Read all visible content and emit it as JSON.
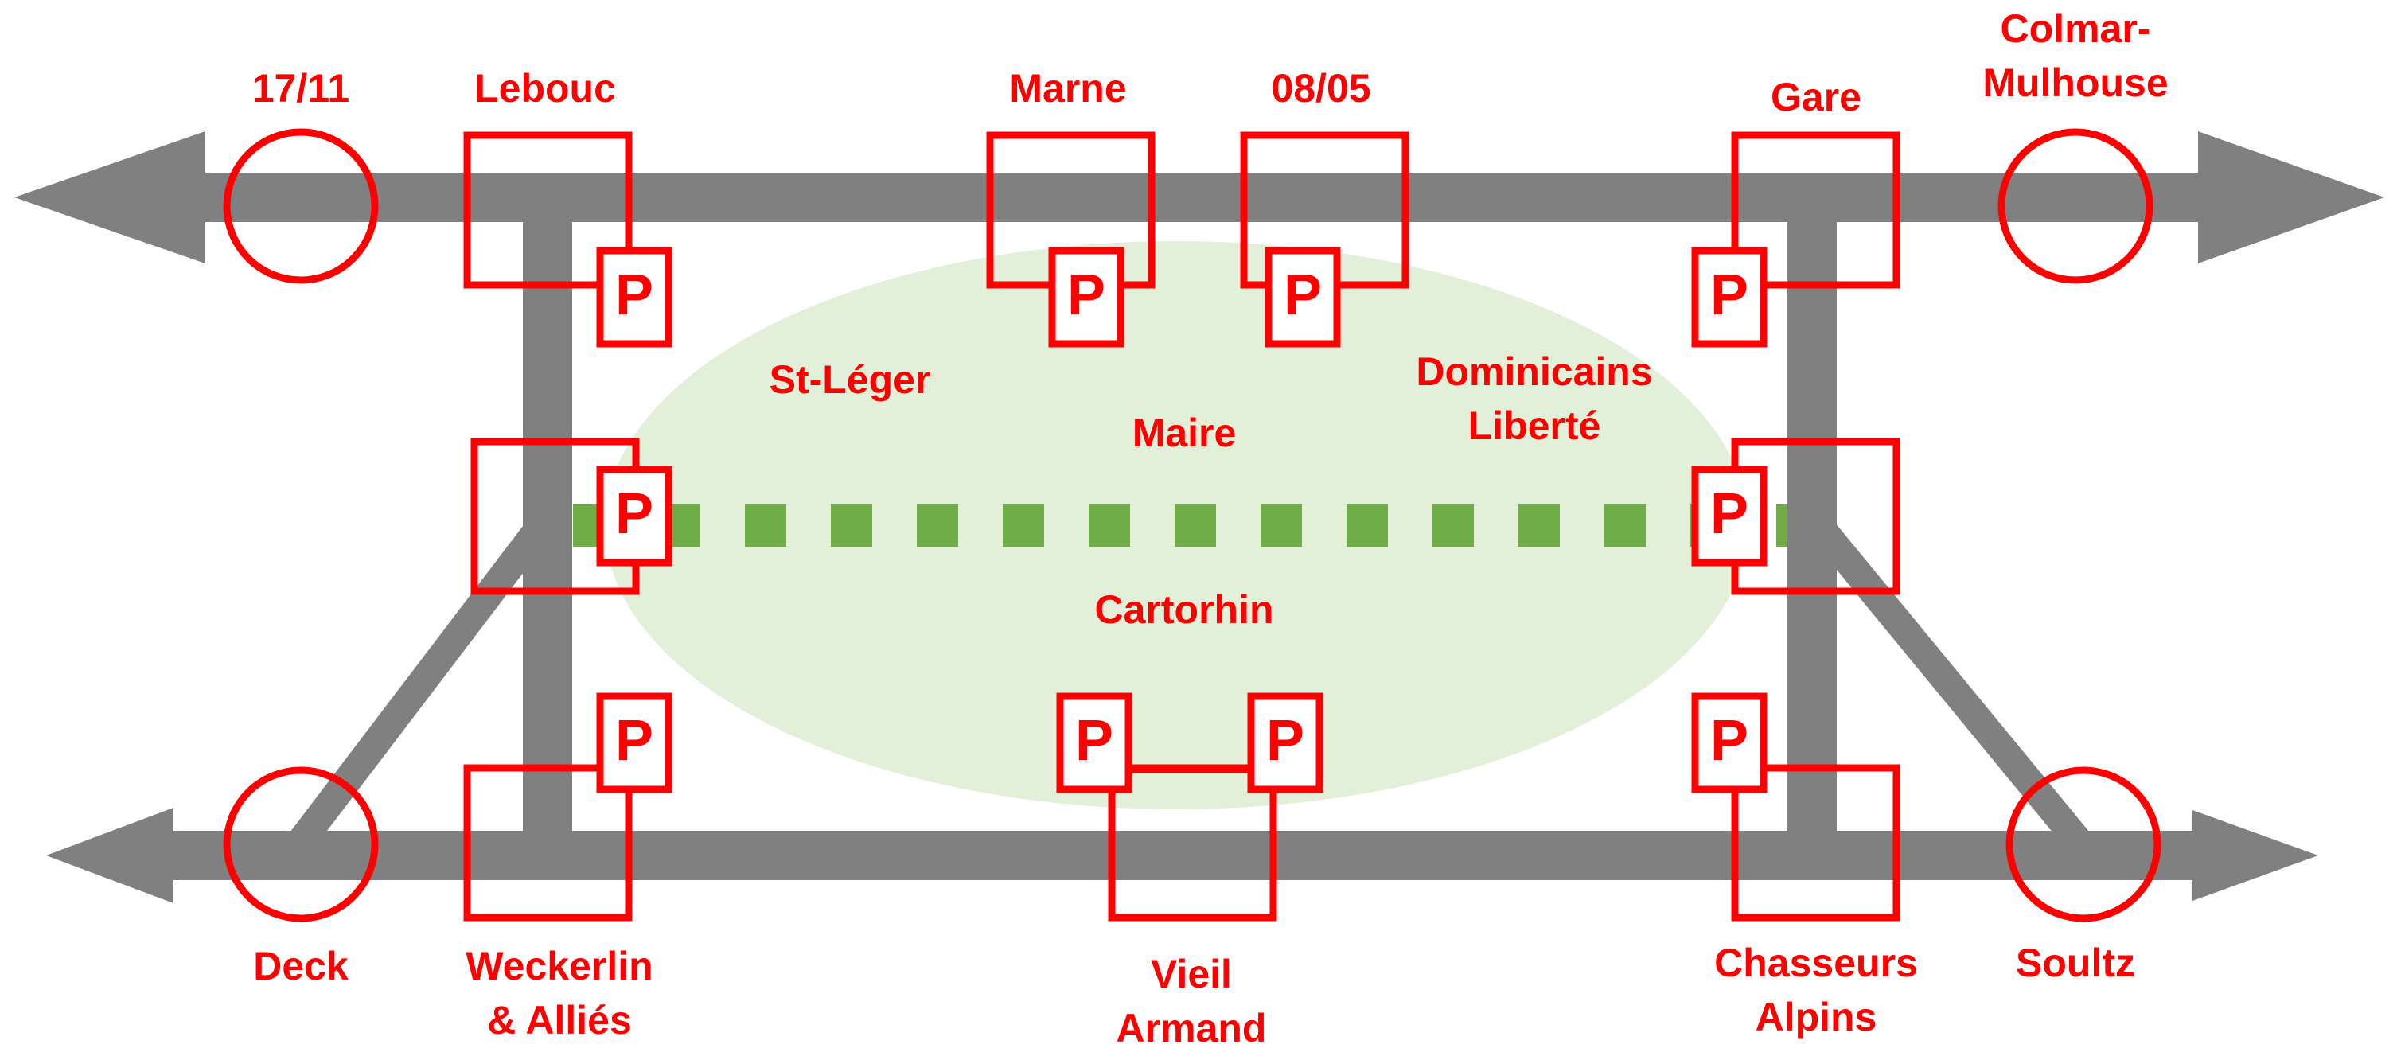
{
  "colors": {
    "road": "#808080",
    "marker": "#ff0000",
    "zone_fill": "#e2efd9",
    "green_line": "#70ad47",
    "orange_line": "#ed7d31"
  },
  "parking_letter": "P",
  "labels": {
    "l17_11": "17/11",
    "lebouc": "Lebouc",
    "marne": "Marne",
    "l08_05": "08/05",
    "gare": "Gare",
    "colmar_mulhouse": "Colmar-\nMulhouse",
    "st_leger": "St-Léger",
    "maire": "Maire",
    "dominicains_liberte": "Dominicains\nLiberté",
    "cartorhin": "Cartorhin",
    "deck": "Deck",
    "weckerlin": "Weckerlin\n& Alliés",
    "vieil_armand": "Vieil\nArmand",
    "chasseurs_alpins": "Chasseurs\nAlpins",
    "soultz": "Soultz"
  }
}
